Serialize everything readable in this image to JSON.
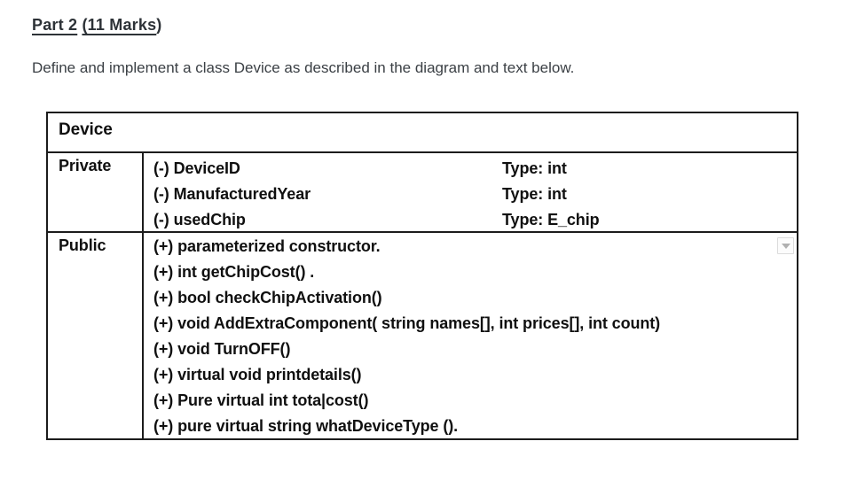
{
  "heading": {
    "part_a": "Part 2",
    "separator": " ",
    "part_b": "(11 Marks",
    "close_paren": ")"
  },
  "intro_text": "Define and implement a class Device as described in the diagram and text below.",
  "uml": {
    "class_name": "Device",
    "private_section": {
      "label": "Private",
      "members": [
        {
          "name": "(-) DeviceID",
          "type": "Type: int"
        },
        {
          "name": "(-) ManufacturedYear",
          "type": "Type: int"
        },
        {
          "name": "(-) usedChip",
          "type": "Type: E_chip"
        }
      ]
    },
    "public_section": {
      "label": "Public",
      "methods": [
        "(+) parameterized constructor.",
        "(+) int getChipCost() .",
        "(+) bool checkChipActivation()",
        "(+) void AddExtraComponent( string names[], int prices[], int count)",
        "(+) void TurnOFF()",
        "(+) virtual void printdetails()",
        "(+) Pure virtual int tota|cost()",
        "(+) pure virtual string whatDeviceType ()."
      ]
    },
    "dropdown_icon": "chevron-down"
  },
  "colors": {
    "background": "#ffffff",
    "heading_text": "#2d3237",
    "body_text": "#3b4045",
    "table_text": "#101010",
    "table_border": "#1c1c1c",
    "icon_border": "#dcdcdc",
    "icon_arrow": "#b0b0b0"
  }
}
